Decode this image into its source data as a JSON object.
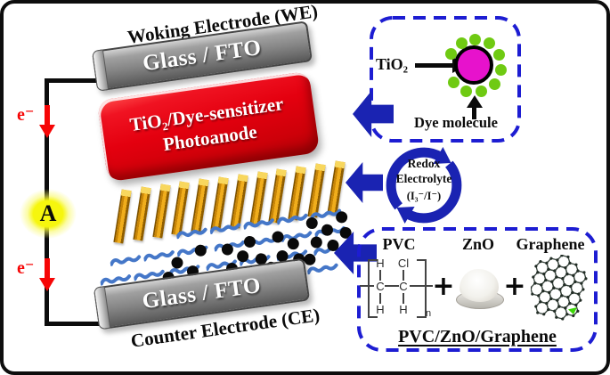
{
  "figure": {
    "working_electrode_label": "Woking Electrode (WE)",
    "glass_fto_top": "Glass / FTO",
    "photoanode_line1": "TiO₂/Dye-sensitizer",
    "photoanode_line2": "Photoanode",
    "glass_fto_bottom": "Glass / FTO",
    "counter_electrode_label": "Counter Electrode (CE)",
    "ammeter_label": "A",
    "electron_top": "e⁻",
    "electron_bottom": "e⁻"
  },
  "dye_box": {
    "tio2_label": "TiO₂",
    "dye_molecule_label": "Dye molecule"
  },
  "redox_cycle": {
    "line1": "Redox",
    "line2": "Electrolyte",
    "line3": "(I₃⁻/I⁻)"
  },
  "composite_box": {
    "pvc_label": "PVC",
    "zno_label": "ZnO",
    "graphene_label": "Graphene",
    "plus_1": "+",
    "plus_2": "+",
    "result_label": "PVC/ZnO/Graphene",
    "pvc_structure": {
      "h_top": "H",
      "cl_top": "Cl",
      "c_left": "C",
      "c_right": "C",
      "h_bottom_left": "H",
      "h_bottom_right": "H",
      "repeat_subscript": "n"
    }
  },
  "colors": {
    "photoanode_red": "#e4000f",
    "electrode_gray": "#828282",
    "nanorod_gold": "#d4920e",
    "polymer_blue": "#4577c8",
    "arrow_blue": "#1a23b2",
    "dashed_border_blue": "#1d1dd2",
    "dye_magenta": "#e712cc",
    "dye_green": "#6fca12",
    "ammeter_yellow": "#f6f60e",
    "electron_red": "#f60606"
  }
}
